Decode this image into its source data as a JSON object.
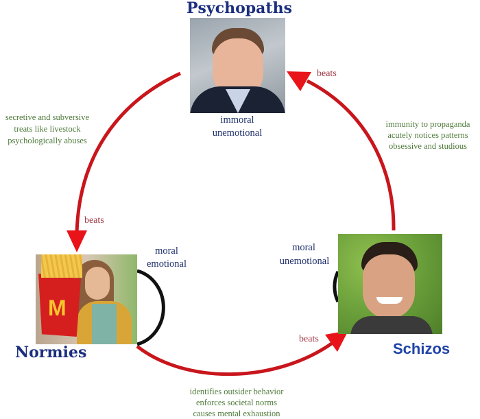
{
  "diagram": {
    "nodes": {
      "psychopaths": {
        "title": "Psychopaths",
        "traits": [
          "immoral",
          "unemotional"
        ],
        "photo": "man-in-suit-portrait"
      },
      "normies": {
        "title": "Normies",
        "traits": [
          "moral",
          "emotional"
        ],
        "photo": "woman-with-mcdonalds-fries"
      },
      "schizos": {
        "title": "Schizos",
        "traits": [
          "moral",
          "unemotional"
        ],
        "photo": "smiling-man-green-foliage"
      }
    },
    "edges": [
      {
        "from": "Psychopaths",
        "to": "Normies",
        "label": "beats",
        "reasons": [
          "secretive and subversive",
          "treats like livestock",
          "psychologically abuses"
        ]
      },
      {
        "from": "Normies",
        "to": "Schizos",
        "label": "beats",
        "reasons": [
          "identifies outsider behavior",
          "enforces societal norms",
          "causes mental exhaustion"
        ]
      },
      {
        "from": "Schizos",
        "to": "Psychopaths",
        "label": "beats",
        "reasons": [
          "immunity to propaganda",
          "acutely notices patterns",
          "obsessive and studious"
        ]
      }
    ],
    "colors": {
      "title": "#1c2f7e",
      "schizos_title": "#1f43a8",
      "trait": "#1f2f6a",
      "reason": "#4f7a3a",
      "beats": "#a13a45",
      "arrow": "#d01818"
    }
  }
}
